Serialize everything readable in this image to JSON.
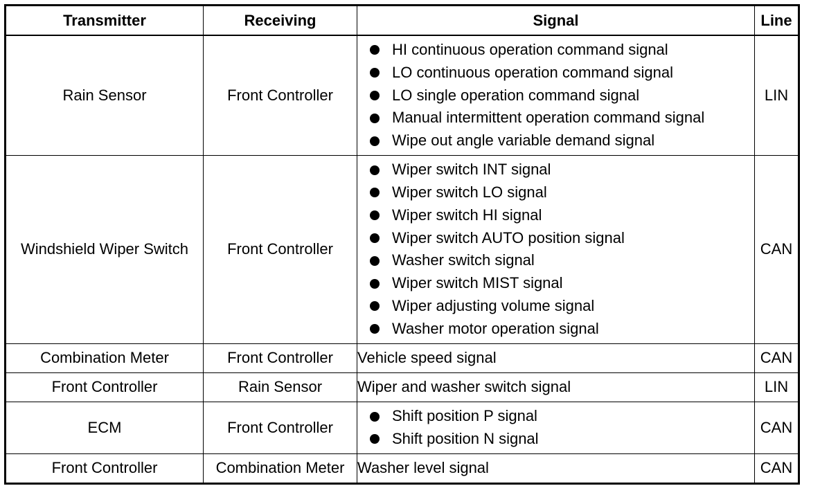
{
  "headers": [
    "Transmitter",
    "Receiving",
    "Signal",
    "Line"
  ],
  "rows": [
    {
      "transmitter": "Rain Sensor",
      "receiving": "Front Controller",
      "signals": [
        "HI continuous operation command signal",
        "LO continuous operation command signal",
        "LO single operation command signal",
        "Manual intermittent operation command signal",
        "Wipe out angle variable demand signal"
      ],
      "line": "LIN"
    },
    {
      "transmitter": "Windshield Wiper Switch",
      "receiving": "Front Controller",
      "signals": [
        "Wiper switch INT signal",
        "Wiper switch LO signal",
        "Wiper switch HI signal",
        "Wiper switch AUTO position signal",
        "Washer switch signal",
        "Wiper switch MIST signal",
        "Wiper adjusting volume signal",
        "Washer motor operation signal"
      ],
      "line": "CAN"
    },
    {
      "transmitter": "Combination Meter",
      "receiving": "Front Controller",
      "signal": "Vehicle speed signal",
      "line": "CAN"
    },
    {
      "transmitter": "Front Controller",
      "receiving": "Rain Sensor",
      "signal": "Wiper and washer switch signal",
      "line": "LIN"
    },
    {
      "transmitter": "ECM",
      "receiving": "Front Controller",
      "signals": [
        "Shift position P signal",
        "Shift position N signal"
      ],
      "line": "CAN"
    },
    {
      "transmitter": "Front Controller",
      "receiving": "Combination Meter",
      "signal": "Washer level signal",
      "line": "CAN"
    }
  ]
}
